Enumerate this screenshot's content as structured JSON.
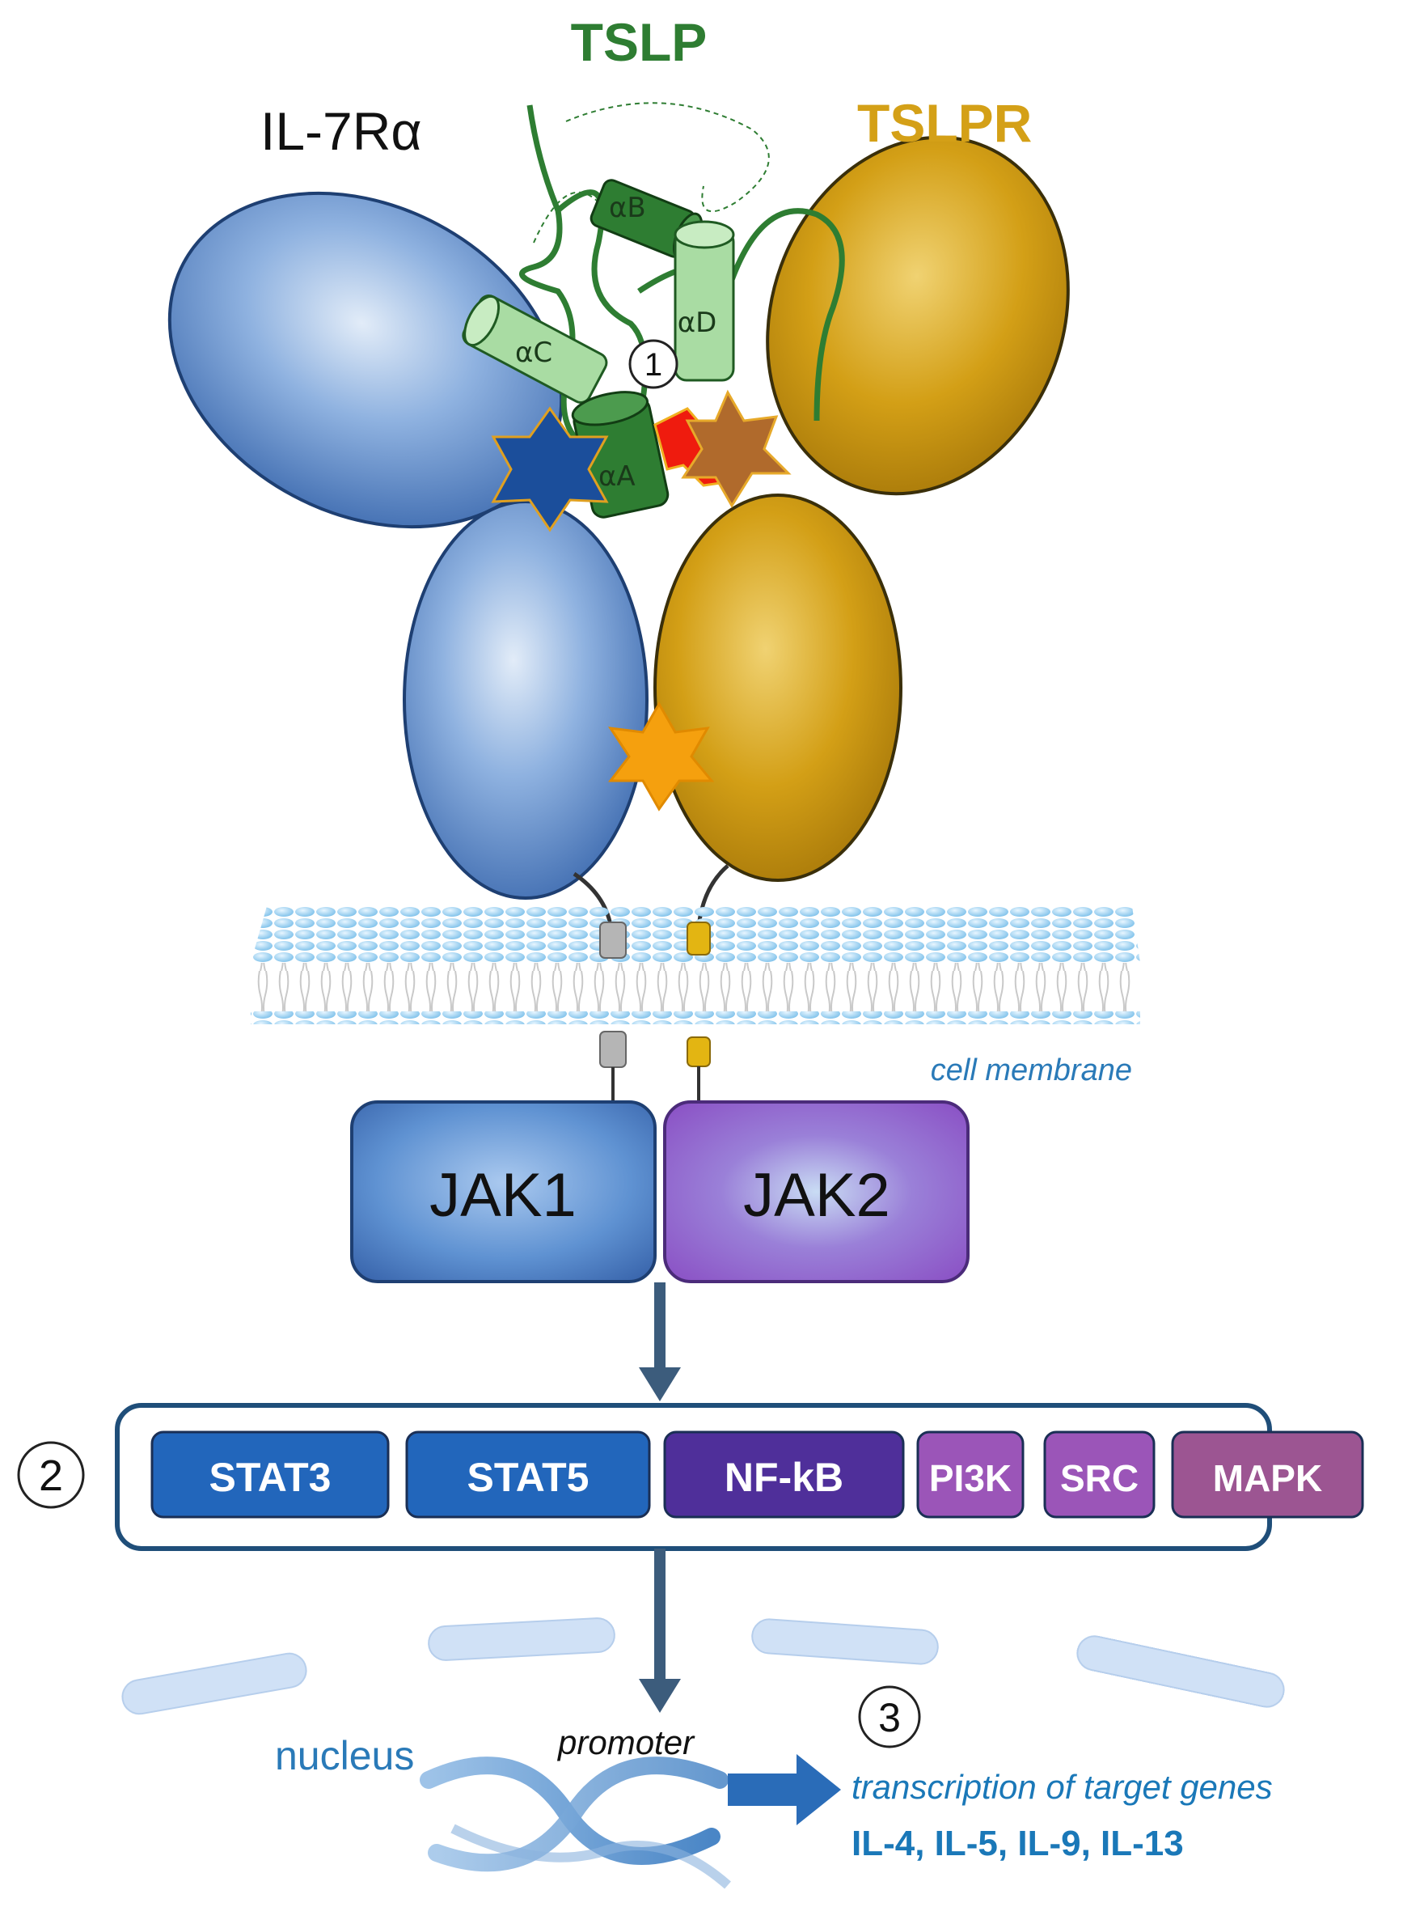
{
  "labels": {
    "ligand": "TSLP",
    "receptor_left": "IL-7Rα",
    "receptor_right": "TSLPR",
    "helix_a": "αA",
    "helix_b": "αB",
    "helix_c": "αC",
    "helix_d": "αD",
    "step1": "1",
    "step2": "2",
    "step3": "3",
    "membrane": "cell membrane",
    "jak1": "JAK1",
    "jak2": "JAK2",
    "nucleus": "nucleus",
    "promoter": "promoter",
    "transcription": "transcription of target genes",
    "genes": "IL-4, IL-5, IL-9, IL-13"
  },
  "signals": [
    "STAT3",
    "STAT5",
    "NF-kB",
    "PI3K",
    "SRC",
    "MAPK"
  ],
  "colors": {
    "tslp_green": "#2e7d32",
    "tslpr_gold": "#d4a017",
    "il7r_blue": "#3b6fb6",
    "accent_blue": "#1a78b8"
  }
}
